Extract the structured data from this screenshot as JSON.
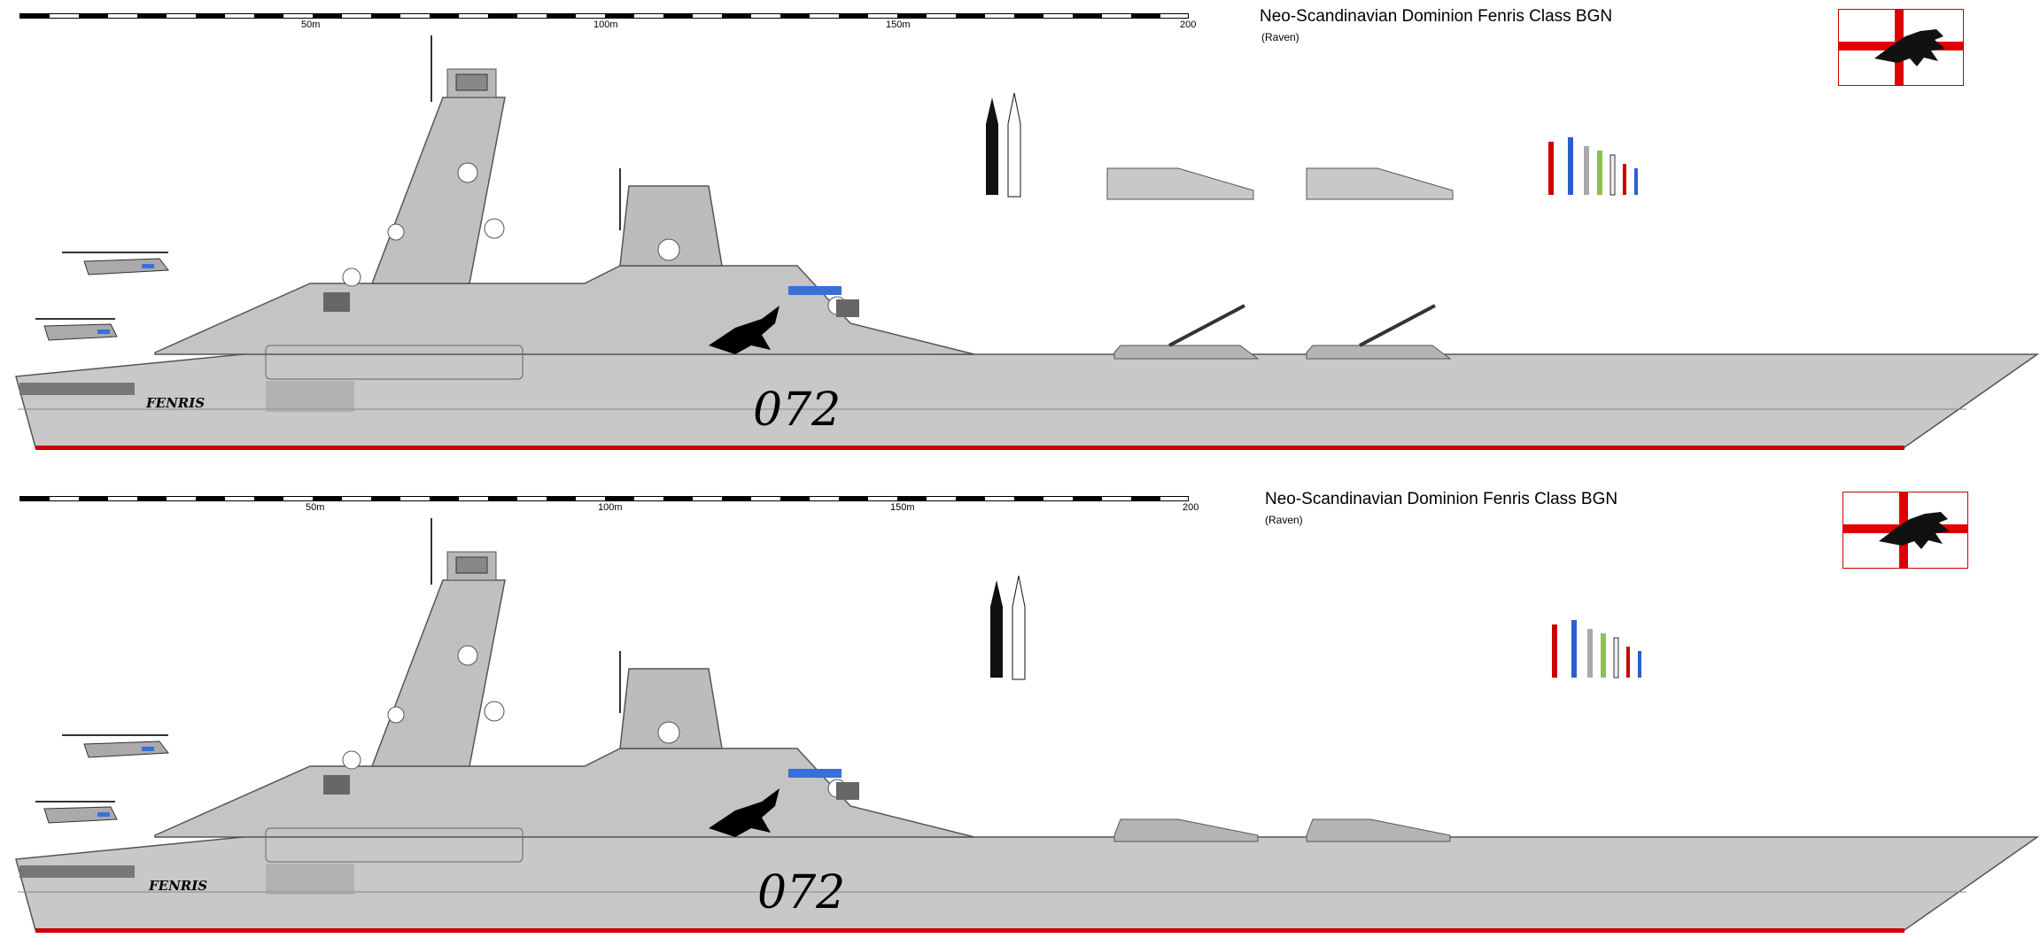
{
  "panels": [
    {
      "title": "Neo-Scandinavian Dominion Fenris Class BGN",
      "subtitle": "(Raven)",
      "scale_ticks": [
        "50m",
        "100m",
        "150m",
        "200"
      ],
      "hull_number": "072",
      "ship_name": "FENRIS",
      "variant": "deck-launchers"
    },
    {
      "title": "Neo-Scandinavian Dominion Fenris Class BGN",
      "subtitle": "(Raven)",
      "scale_ticks": [
        "50m",
        "100m",
        "150m",
        "200"
      ],
      "hull_number": "072",
      "ship_name": "FENRIS",
      "variant": "covered-launchers"
    }
  ],
  "colors": {
    "hull": "#c8c8c8",
    "hull_dark": "#a8a8a8",
    "waterline": "#cc0000",
    "flag_cross": "#e00000",
    "outline": "#555555"
  },
  "icons": {
    "flag": "raven-flag-icon",
    "emblem": "raven-emblem-icon",
    "helicopter": "helicopter-icon",
    "missile": "missile-icon"
  }
}
